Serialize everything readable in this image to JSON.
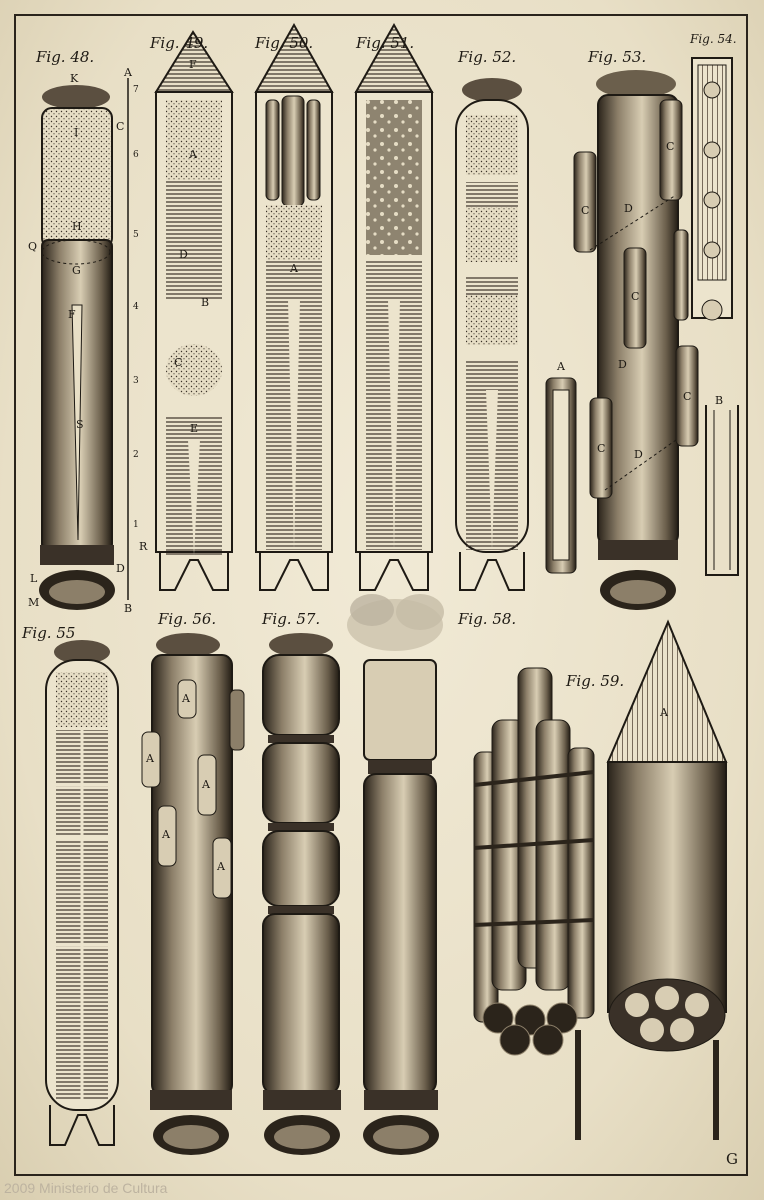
{
  "figures": {
    "fig48": "Fig. 48.",
    "fig49": "Fig. 49.",
    "fig50": "Fig. 50.",
    "fig51": "Fig. 51.",
    "fig52": "Fig. 52.",
    "fig53": "Fig. 53.",
    "fig54": "Fig. 54.",
    "fig55": "Fig. 55",
    "fig56": "Fig. 56.",
    "fig57": "Fig. 57.",
    "fig58": "Fig. 58.",
    "fig59": "Fig. 59."
  },
  "letters": {
    "k": "K",
    "i": "I",
    "h": "H",
    "g": "G",
    "q": "Q",
    "f": "F",
    "s": "S",
    "a": "A",
    "b": "B",
    "c": "C",
    "d": "D",
    "e": "E",
    "l": "L",
    "m": "M",
    "r": "R"
  },
  "scale_ticks": [
    "7",
    "6",
    "5",
    "4",
    "3",
    "2",
    "1"
  ],
  "corner_mark": "G",
  "watermark": "2009 Ministerio de Cultura"
}
